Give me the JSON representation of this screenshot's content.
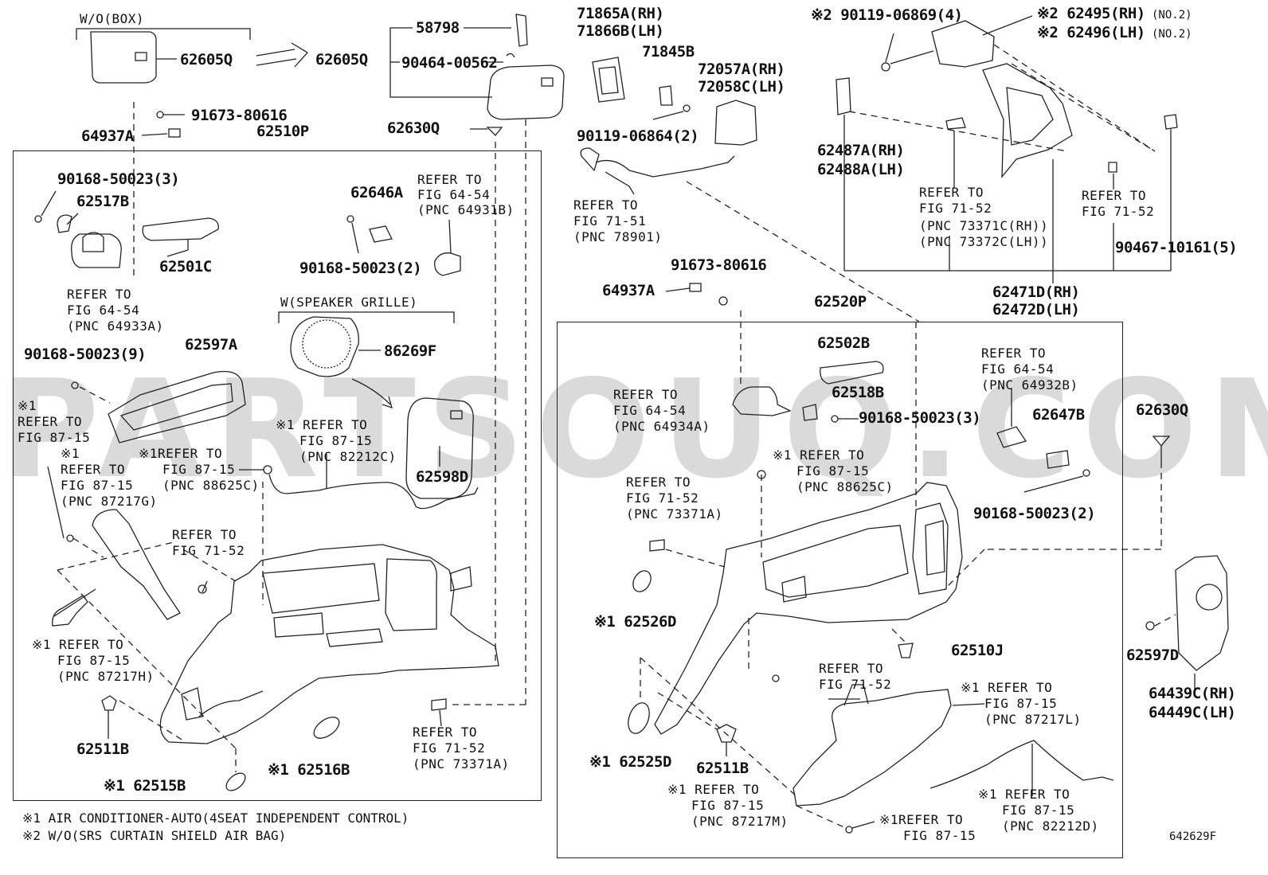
{
  "diagram_code": "642629F",
  "watermark": "PARTSOUQ.COM",
  "footnotes": {
    "note1": "※1 AIR CONDITIONER-AUTO(4SEAT INDEPENDENT CONTROL)",
    "note2": "※2 W/O(SRS CURTAIN SHIELD AIR BAG)"
  },
  "left_group": {
    "wo_box": "W/O(BOX)",
    "p62605Q_a": "62605Q",
    "p62605Q_b": "62605Q",
    "p58798": "58798",
    "p90464": "90464-00562",
    "p91673_a": "91673-80616",
    "p64937A_a": "64937A",
    "p62510P": "62510P",
    "p62630Q_a": "62630Q",
    "p90168_3a": "90168-50023(3)",
    "p62517B": "62517B",
    "p62501C": "62501C",
    "p62646A": "62646A",
    "p90168_2a": "90168-50023(2)",
    "ref_64931B_1": "REFER TO",
    "ref_64931B_2": "FIG 64-54",
    "ref_64931B_3": "(PNC 64931B)",
    "ref_64933A_1": "REFER TO",
    "ref_64933A_2": "FIG 64-54",
    "ref_64933A_3": "(PNC 64933A)",
    "speaker_grille": "W(SPEAKER GRILLE)",
    "p86269F": "86269F",
    "p62597A": "62597A",
    "p90168_9": "90168-50023(9)",
    "ref_8715a_0": "※1",
    "ref_8715a_1": "REFER TO",
    "ref_8715a_2": "FIG 87-15",
    "ref_87217G_0": "※1",
    "ref_87217G_1": "REFER TO",
    "ref_87217G_2": "FIG 87-15",
    "ref_87217G_3": "(PNC 87217G)",
    "ref_88625C_1": "※1REFER TO",
    "ref_88625C_2": "FIG 87-15",
    "ref_88625C_3": "(PNC 88625C)",
    "ref_82212C_1": "※1 REFER TO",
    "ref_82212C_2": "FIG 87-15",
    "ref_82212C_3": "(PNC 82212C)",
    "p62598D": "62598D",
    "ref_7152a_1": "REFER TO",
    "ref_7152a_2": "FIG 71-52",
    "ref_87217H_1": "※1 REFER TO",
    "ref_87217H_2": "FIG 87-15",
    "ref_87217H_3": "(PNC 87217H)",
    "p62511B_a": "62511B",
    "p62515B": "※1 62515B",
    "p62516B": "※1 62516B",
    "ref_73371A_1": "REFER TO",
    "ref_73371A_2": "FIG 71-52",
    "ref_73371A_3": "(PNC 73371A)"
  },
  "middle_group": {
    "p71865A": "71865A(RH)",
    "p71866B": "71866B(LH)",
    "p71845B": "71845B",
    "p72057A": "72057A(RH)",
    "p72058C": "72058C(LH)",
    "p90119_2": "90119-06864(2)",
    "ref_78901_1": "REFER TO",
    "ref_78901_2": "FIG 71-51",
    "ref_78901_3": "(PNC 78901)",
    "p91673_b": "91673-80616",
    "p64937A_b": "64937A",
    "p62520P": "62520P"
  },
  "right_group": {
    "p90119_4": "※2 90119-06869(4)",
    "p62495": "※2 62495(RH)",
    "p62496": "※2 62496(LH)",
    "no2_a": "(NO.2)",
    "no2_b": "(NO.2)",
    "p62487A": "62487A(RH)",
    "p62488A": "62488A(LH)",
    "ref_73371C_1": "REFER TO",
    "ref_73371C_2": "FIG 71-52",
    "ref_73371C_3": "(PNC 73371C(RH))",
    "ref_73371C_4": "(PNC 73372C(LH))",
    "ref_7152b_1": "REFER TO",
    "ref_7152b_2": "FIG 71-52",
    "p90467": "90467-10161(5)",
    "p62471D": "62471D(RH)",
    "p62472D": "62472D(LH)",
    "p62502B": "62502B",
    "p62518B": "62518B",
    "p90168_3b": "90168-50023(3)",
    "ref_64934A_1": "REFER TO",
    "ref_64934A_2": "FIG 64-54",
    "ref_64934A_3": "(PNC 64934A)",
    "ref_64932B_1": "REFER TO",
    "ref_64932B_2": "FIG 64-54",
    "ref_64932B_3": "(PNC 64932B)",
    "p62647B": "62647B",
    "p62630Q_b": "62630Q",
    "ref_88625C_1": "※1 REFER TO",
    "ref_88625C_2": "FIG 87-15",
    "ref_88625C_3": "(PNC 88625C)",
    "p90168_2b": "90168-50023(2)",
    "ref_73371A_1": "REFER TO",
    "ref_73371A_2": "FIG 71-52",
    "ref_73371A_3": "(PNC 73371A)",
    "p62526D": "※1 62526D",
    "p62510J": "62510J",
    "p62597D": "62597D",
    "p64439C": "64439C(RH)",
    "p64449C": "64449C(LH)",
    "ref_7152c_1": "REFER TO",
    "ref_7152c_2": "FIG 71-52",
    "ref_87217L_1": "※1 REFER TO",
    "ref_87217L_2": "FIG 87-15",
    "ref_87217L_3": "(PNC 87217L)",
    "p62525D": "※1 62525D",
    "p62511B_b": "62511B",
    "ref_87217M_1": "※1 REFER TO",
    "ref_87217M_2": "FIG 87-15",
    "ref_87217M_3": "(PNC 87217M)",
    "ref_82212D_1": "※1 REFER TO",
    "ref_82212D_2": "FIG 87-15",
    "ref_82212D_3": "(PNC 82212D)",
    "ref_8715b_1": "※1REFER TO",
    "ref_8715b_2": "FIG 87-15"
  }
}
